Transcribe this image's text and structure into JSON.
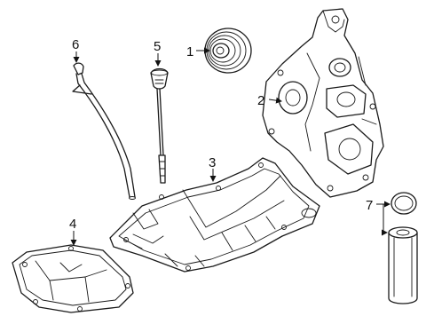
{
  "callouts": [
    {
      "id": 1,
      "label": "1"
    },
    {
      "id": 2,
      "label": "2"
    },
    {
      "id": 3,
      "label": "3"
    },
    {
      "id": 4,
      "label": "4"
    },
    {
      "id": 5,
      "label": "5"
    },
    {
      "id": 6,
      "label": "6"
    },
    {
      "id": 7,
      "label": "7"
    }
  ],
  "colors": {
    "line": "#1a1a1a",
    "background": "#ffffff"
  }
}
